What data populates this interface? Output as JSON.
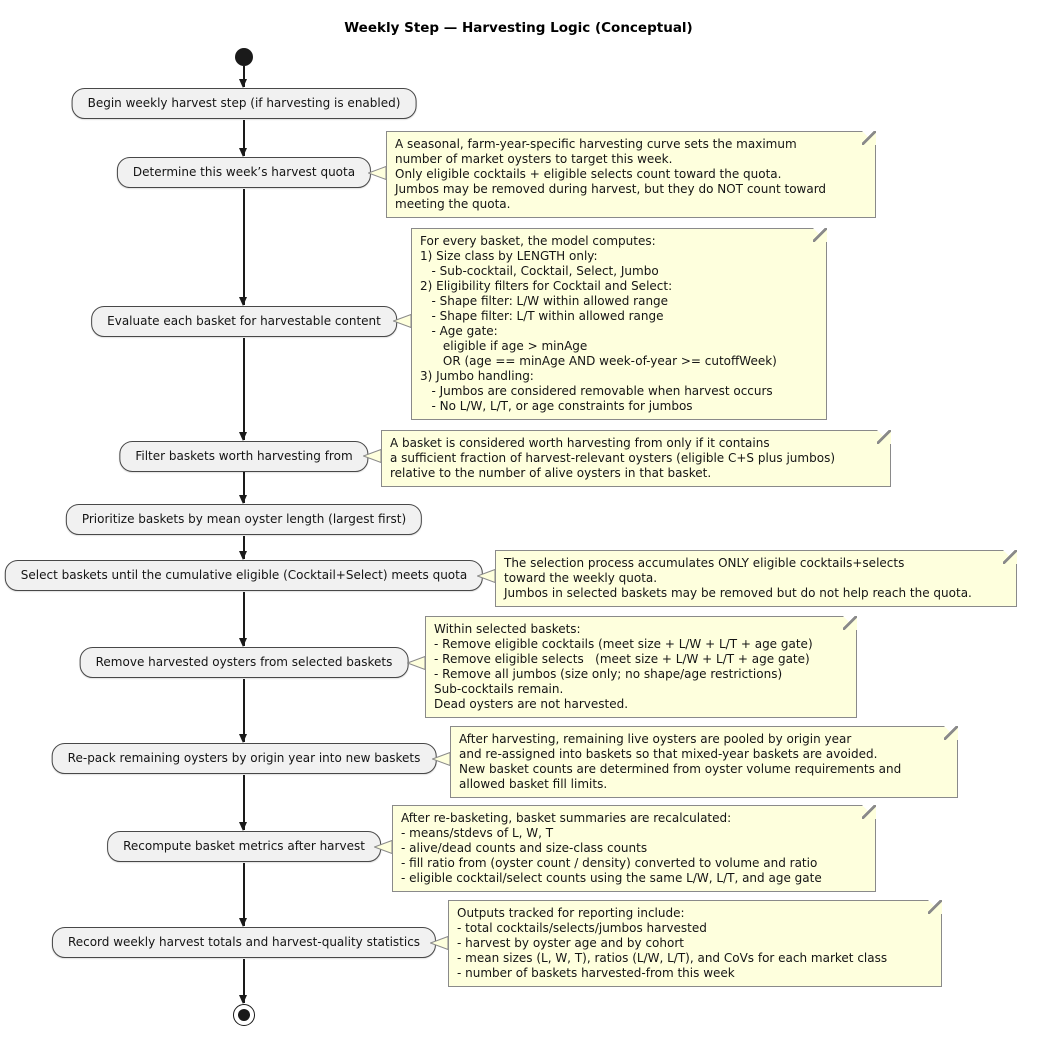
{
  "title": "Weekly Step — Harvesting Logic (Conceptual)",
  "colors": {
    "note_background": "#FEFFDD",
    "note_border": "#8A8A8A",
    "activity_background": "#F1F1F1",
    "activity_border": "#484848",
    "flow_color": "#1A1A1A"
  },
  "steps": [
    {
      "label": "Begin weekly harvest step (if harvesting is enabled)"
    },
    {
      "label": "Determine this week’s harvest quota"
    },
    {
      "label": "Evaluate each basket for harvestable content"
    },
    {
      "label": "Filter baskets worth harvesting from"
    },
    {
      "label": "Prioritize baskets by mean oyster length (largest first)"
    },
    {
      "label": "Select baskets until the cumulative eligible (Cocktail+Select) meets quota"
    },
    {
      "label": "Remove harvested oysters from selected baskets"
    },
    {
      "label": "Re-pack remaining oysters by origin year into new baskets"
    },
    {
      "label": "Recompute basket metrics after harvest"
    },
    {
      "label": "Record weekly harvest totals and harvest-quality statistics"
    }
  ],
  "notes": [
    {
      "text": "A seasonal, farm-year-specific harvesting curve sets the maximum\nnumber of market oysters to target this week.\nOnly eligible cocktails + eligible selects count toward the quota.\nJumbos may be removed during harvest, but they do NOT count toward\nmeeting the quota."
    },
    {
      "text": "For every basket, the model computes:\n1) Size class by LENGTH only:\n   - Sub-cocktail, Cocktail, Select, Jumbo\n2) Eligibility filters for Cocktail and Select:\n   - Shape filter: L/W within allowed range\n   - Shape filter: L/T within allowed range\n   - Age gate:\n      eligible if age > minAge\n      OR (age == minAge AND week-of-year >= cutoffWeek)\n3) Jumbo handling:\n   - Jumbos are considered removable when harvest occurs\n   - No L/W, L/T, or age constraints for jumbos"
    },
    {
      "text": "A basket is considered worth harvesting from only if it contains\na sufficient fraction of harvest-relevant oysters (eligible C+S plus jumbos)\nrelative to the number of alive oysters in that basket."
    },
    {
      "text": "The selection process accumulates ONLY eligible cocktails+selects\ntoward the weekly quota.\nJumbos in selected baskets may be removed but do not help reach the quota."
    },
    {
      "text": "Within selected baskets:\n- Remove eligible cocktails (meet size + L/W + L/T + age gate)\n- Remove eligible selects   (meet size + L/W + L/T + age gate)\n- Remove all jumbos (size only; no shape/age restrictions)\nSub-cocktails remain.\nDead oysters are not harvested."
    },
    {
      "text": "After harvesting, remaining live oysters are pooled by origin year\nand re-assigned into baskets so that mixed-year baskets are avoided.\nNew basket counts are determined from oyster volume requirements and\nallowed basket fill limits."
    },
    {
      "text": "After re-basketing, basket summaries are recalculated:\n- means/stdevs of L, W, T\n- alive/dead counts and size-class counts\n- fill ratio from (oyster count / density) converted to volume and ratio\n- eligible cocktail/select counts using the same L/W, L/T, and age gate"
    },
    {
      "text": "Outputs tracked for reporting include:\n- total cocktails/selects/jumbos harvested\n- harvest by oyster age and by cohort\n- mean sizes (L, W, T), ratios (L/W, L/T), and CoVs for each market class\n- number of baskets harvested-from this week"
    }
  ]
}
